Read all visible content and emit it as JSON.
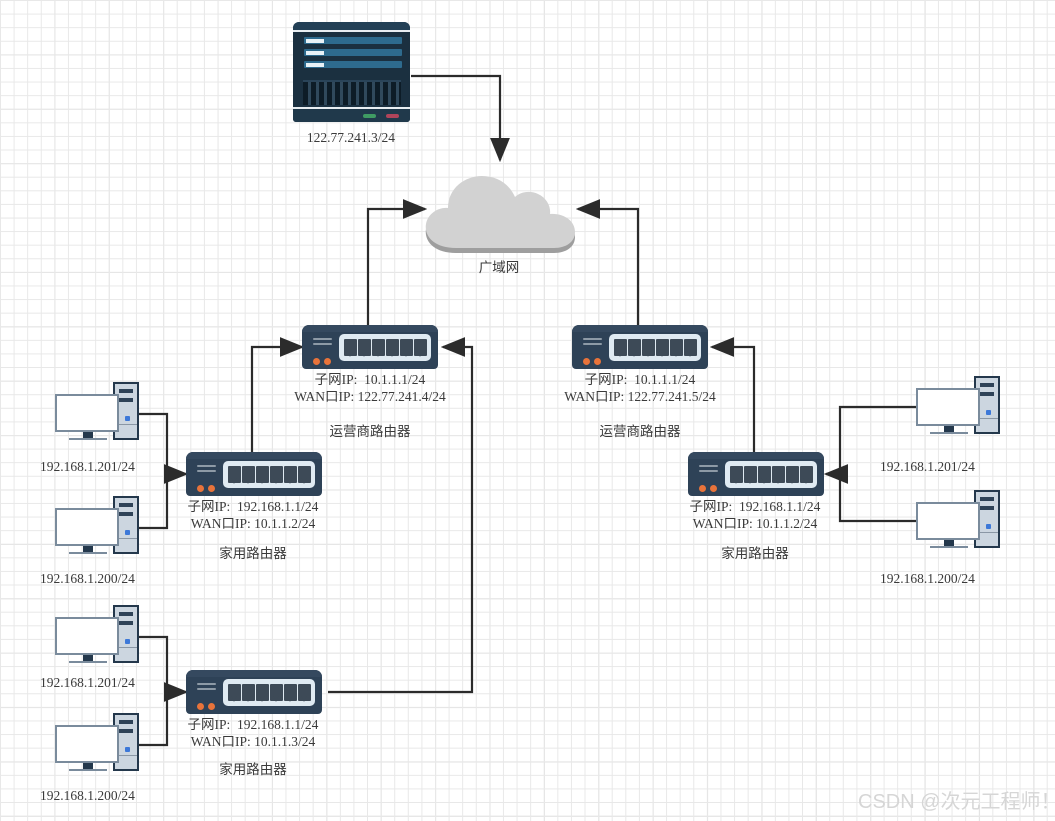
{
  "diagram": {
    "title": "network-topology",
    "watermark": "CSDN @次元工程师！",
    "colors": {
      "device_dark": "#2e4257",
      "panel_light": "#dfeaf2",
      "led_orange": "#e8733a",
      "cloud_fill": "#d2d2d2",
      "wire": "#2b2b2b",
      "grid": "#e8e8e8"
    }
  },
  "nodes": {
    "server": {
      "label": "122.77.241.3/24"
    },
    "cloud": {
      "label": "广域网"
    },
    "isp_router_left": {
      "lan_ip": "子网IP:  10.1.1.1/24",
      "wan_ip": "WAN口IP: 122.77.241.4/24",
      "role": "运营商路由器"
    },
    "isp_router_right": {
      "lan_ip": "子网IP:  10.1.1.1/24",
      "wan_ip": "WAN口IP: 122.77.241.5/24",
      "role": "运营商路由器"
    },
    "home_router_left_top": {
      "lan_ip": "子网IP:  192.168.1.1/24",
      "wan_ip": "WAN口IP: 10.1.1.2/24",
      "role": "家用路由器"
    },
    "home_router_left_bottom": {
      "lan_ip": "子网IP:  192.168.1.1/24",
      "wan_ip": "WAN口IP: 10.1.1.3/24",
      "role": "家用路由器"
    },
    "home_router_right": {
      "lan_ip": "子网IP:  192.168.1.1/24",
      "wan_ip": "WAN口IP: 10.1.1.2/24",
      "role": "家用路由器"
    },
    "pc_left_top_a": {
      "label": "192.168.1.201/24"
    },
    "pc_left_top_b": {
      "label": "192.168.1.200/24"
    },
    "pc_left_bottom_a": {
      "label": "192.168.1.201/24"
    },
    "pc_left_bottom_b": {
      "label": "192.168.1.200/24"
    },
    "pc_right_a": {
      "label": "192.168.1.201/24"
    },
    "pc_right_b": {
      "label": "192.168.1.200/24"
    }
  }
}
